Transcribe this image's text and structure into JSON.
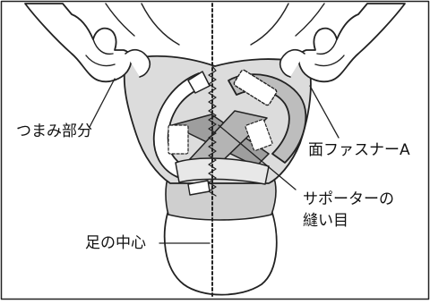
{
  "labels": {
    "tsumami": "つまみ部分",
    "fastener": "面ファスナーA",
    "seam_line1": "サポーターの",
    "seam_line2": "縫い目",
    "foot_center": "足の中心"
  }
}
